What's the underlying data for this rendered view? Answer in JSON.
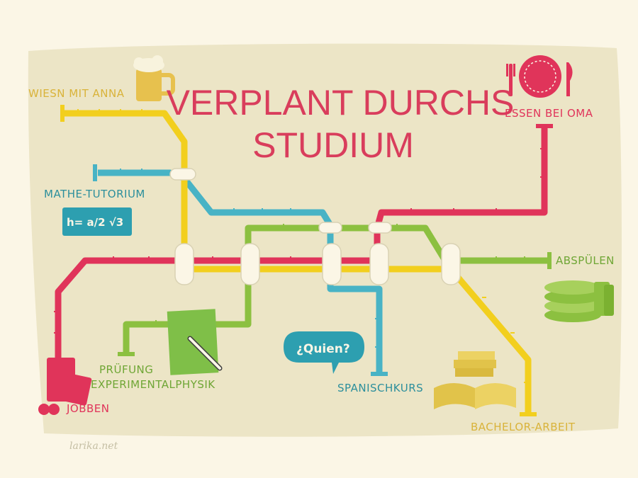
{
  "title": {
    "line1": "VERPLANT DURCHS",
    "line2": "STUDIUM"
  },
  "stations": {
    "wiesn": "WIESN MIT ANNA",
    "essen": "ESSEN BEI OMA",
    "mathe": "MATHE-TUTORIUM",
    "formula": "h= a/2 √3",
    "abspuelen": "ABSPÜLEN",
    "pruefung_line1": "PRÜFUNG",
    "pruefung_line2": "EXPERIMENTALPHYSIK",
    "quien": "¿Quien?",
    "spanisch": "SPANISCHKURS",
    "jobben": "JOBBEN",
    "bachelor": "BACHELOR-ARBEIT"
  },
  "signature": "larika.net",
  "colors": {
    "background": "#fbf6e6",
    "paper": "#ece5c6",
    "red": "#e0345a",
    "yellow": "#f2cf1e",
    "blue": "#48b3c5",
    "green": "#8cc040",
    "title": "#d93d5c",
    "label": "#2c8f9c"
  }
}
